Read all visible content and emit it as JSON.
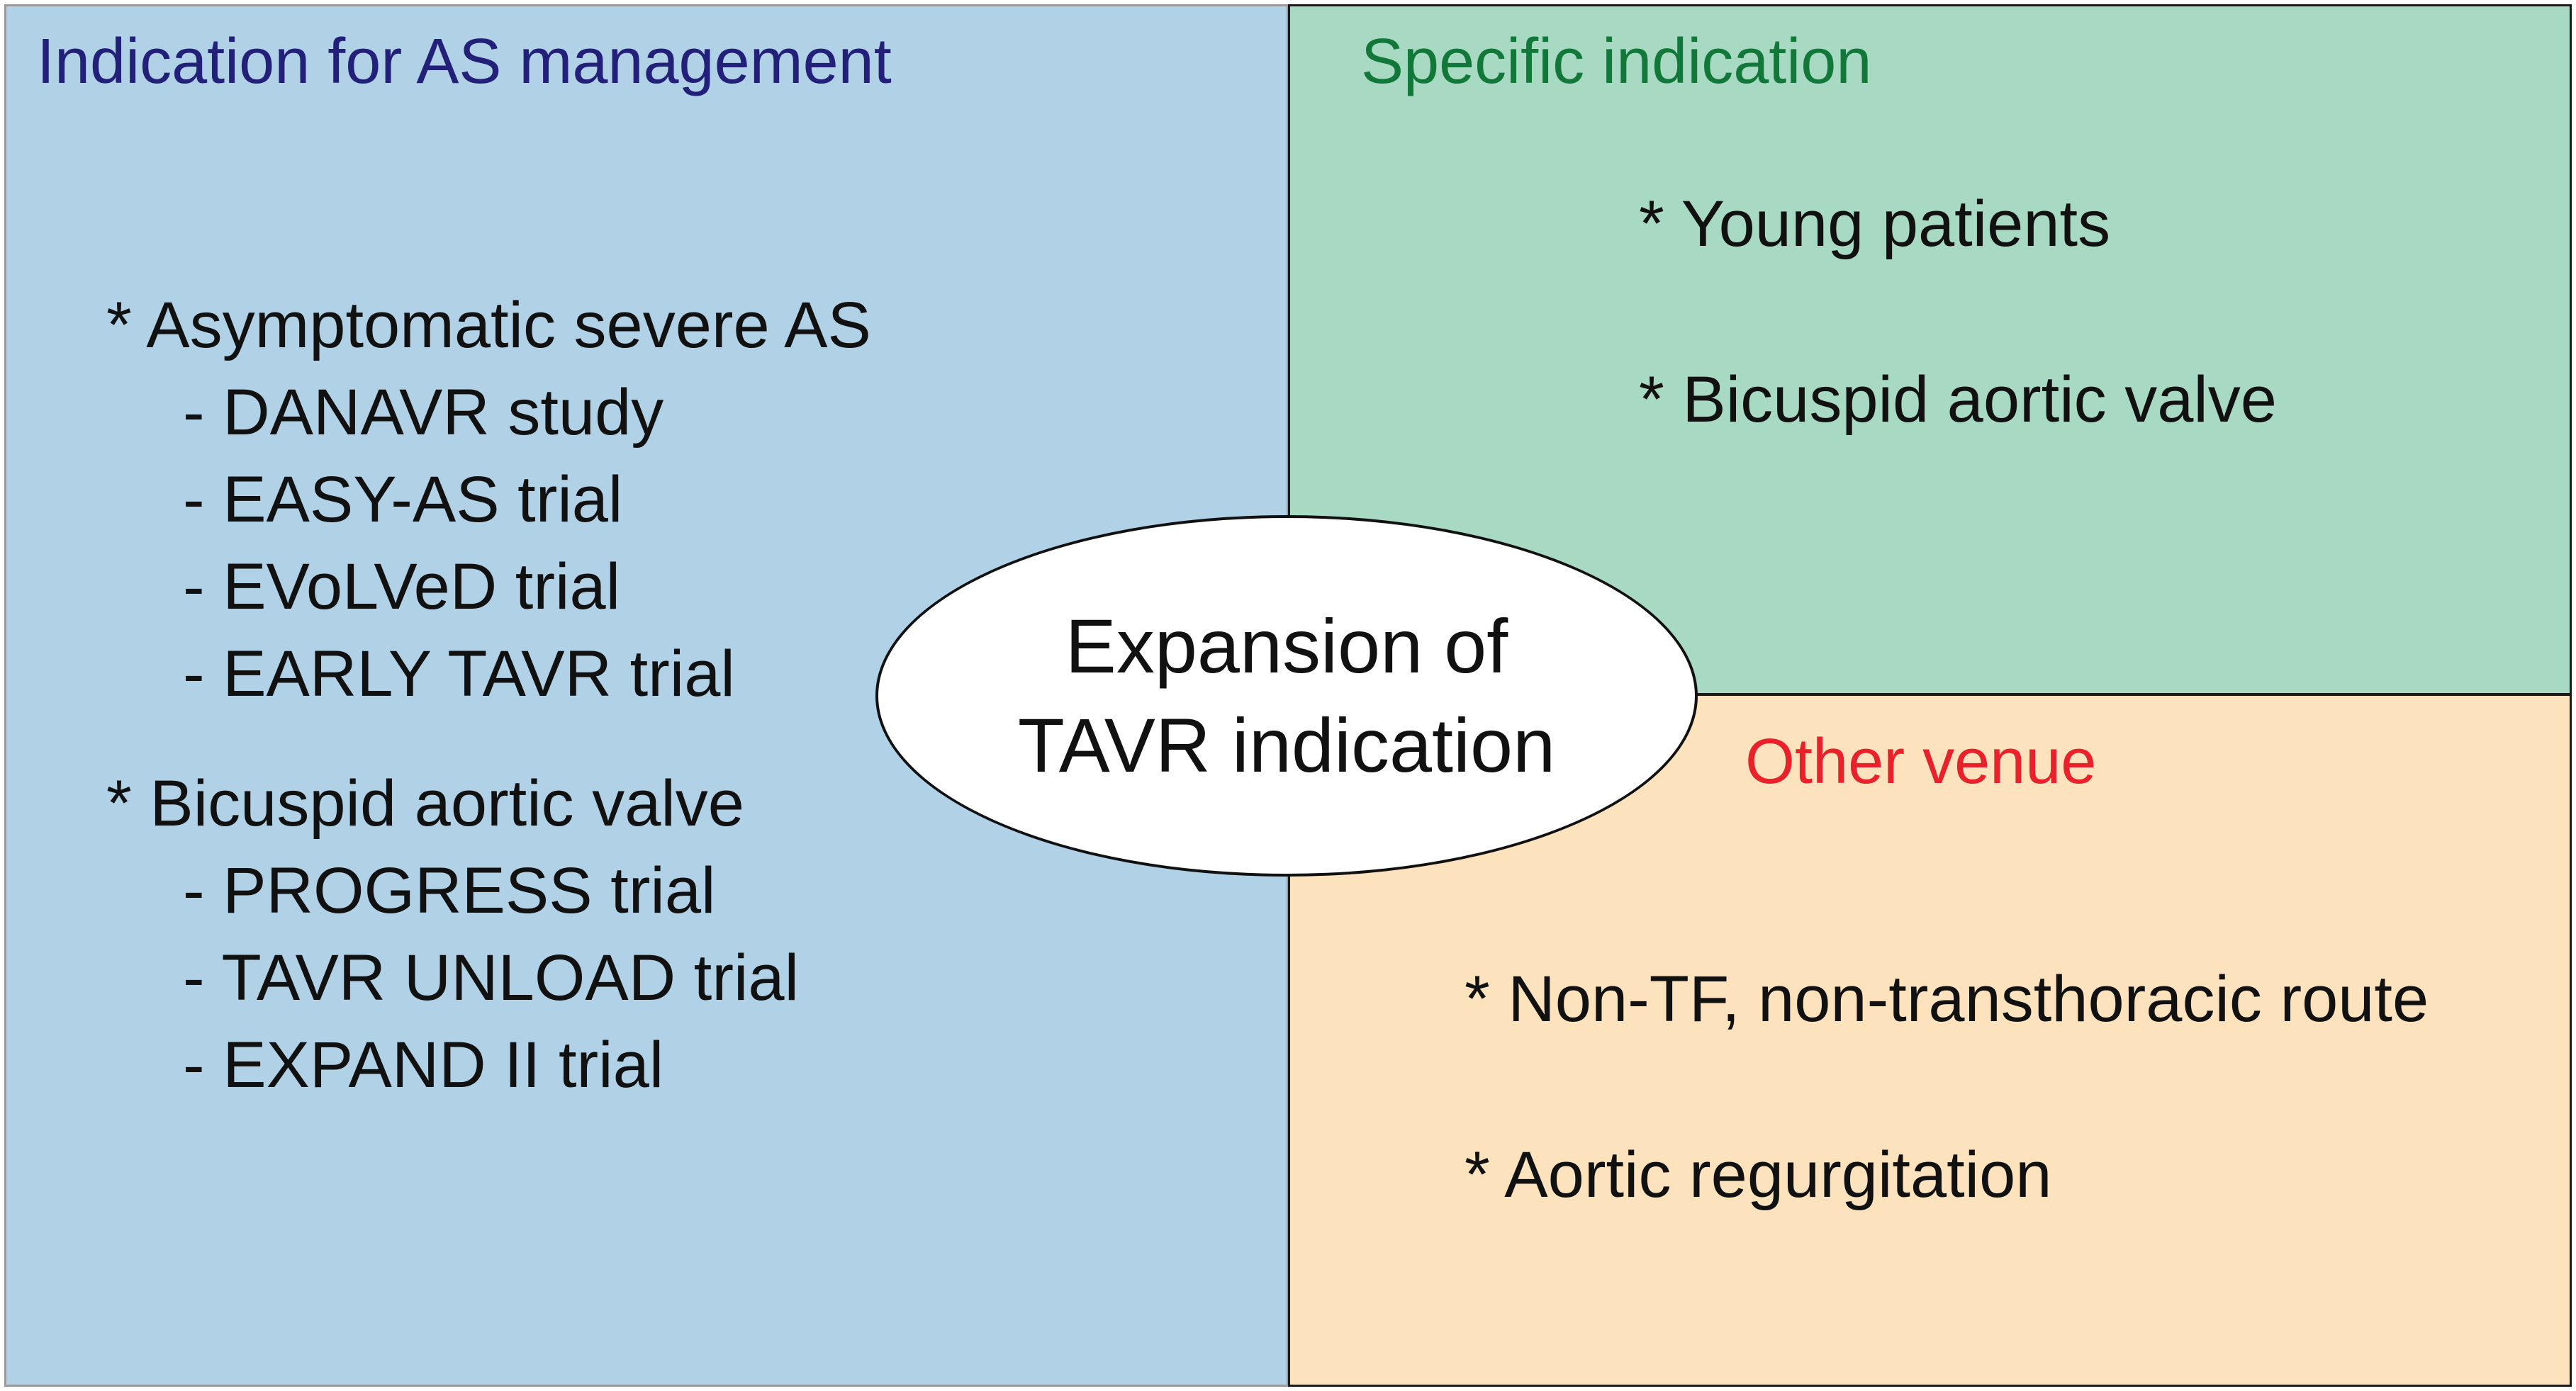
{
  "colors": {
    "left_panel_bg": "#b0d1e6",
    "top_right_bg": "#a8d9c2",
    "bottom_right_bg": "#fce2bd",
    "left_heading": "#23207a",
    "top_right_heading": "#12783a",
    "bottom_right_heading": "#e8212b",
    "text": "#111111"
  },
  "center": {
    "line1": "Expansion of",
    "line2": "TAVR indication"
  },
  "left_panel": {
    "heading": "Indication for AS management",
    "group1": {
      "title": "* Asymptomatic severe AS",
      "items": [
        "- DANAVR study",
        "- EASY-AS trial",
        "- EVoLVeD trial",
        "- EARLY TAVR trial"
      ]
    },
    "group2": {
      "title": "* Bicuspid aortic valve",
      "items": [
        "- PROGRESS trial",
        "- TAVR UNLOAD trial",
        "- EXPAND II trial"
      ]
    }
  },
  "top_right_panel": {
    "heading": "Specific indication",
    "items": [
      "* Young patients",
      "* Bicuspid aortic valve"
    ]
  },
  "bottom_right_panel": {
    "heading": "Other venue",
    "items": [
      "* Non-TF, non-transthoracic route",
      "* Aortic regurgitation"
    ]
  }
}
